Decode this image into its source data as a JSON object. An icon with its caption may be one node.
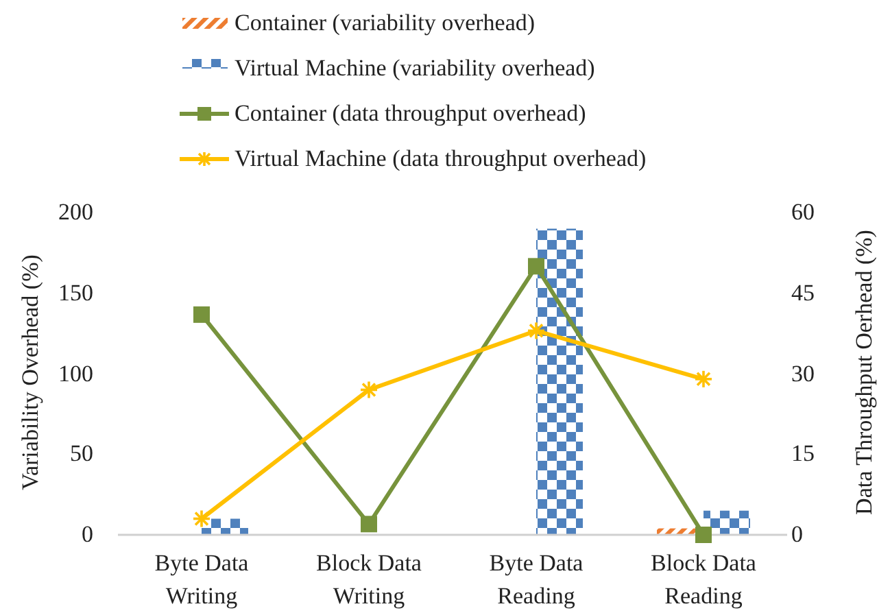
{
  "diagram": {
    "chart_data": {
      "type": "bar",
      "ylabel": "Variability Overhead (%)",
      "y2label": "Data Throughput Oerhead (%)",
      "categories": [
        [
          "Byte Data",
          "Writing"
        ],
        [
          "Block Data",
          "Writing"
        ],
        [
          "Byte Data",
          "Reading"
        ],
        [
          "Block Data",
          "Reading"
        ]
      ],
      "legend": "top",
      "ylim": [
        0,
        200
      ],
      "yticks": [
        0,
        50,
        100,
        150,
        200
      ],
      "y2lim": [
        0,
        60
      ],
      "y2ticks": [
        0,
        15,
        30,
        45,
        60
      ],
      "series": [
        {
          "name": "Container (variability overhead)",
          "color": "#ed7d31",
          "values": [
            0,
            0,
            0,
            4
          ]
        },
        {
          "name": "Virtual Machine (variability overhead)",
          "color": "#4f81bd",
          "values": [
            10,
            0,
            190,
            15
          ]
        },
        {
          "name": "Container (data throughput overhead)",
          "color": "#77933c",
          "type": "line",
          "axis": "y2",
          "marker": "square",
          "values": [
            41,
            2,
            50,
            0
          ]
        },
        {
          "name": "Virtual Machine (data throughput overhead)",
          "color": "#ffc000",
          "type": "line",
          "axis": "y2",
          "marker": "cross",
          "values": [
            3,
            27,
            38,
            29
          ]
        }
      ]
    }
  }
}
